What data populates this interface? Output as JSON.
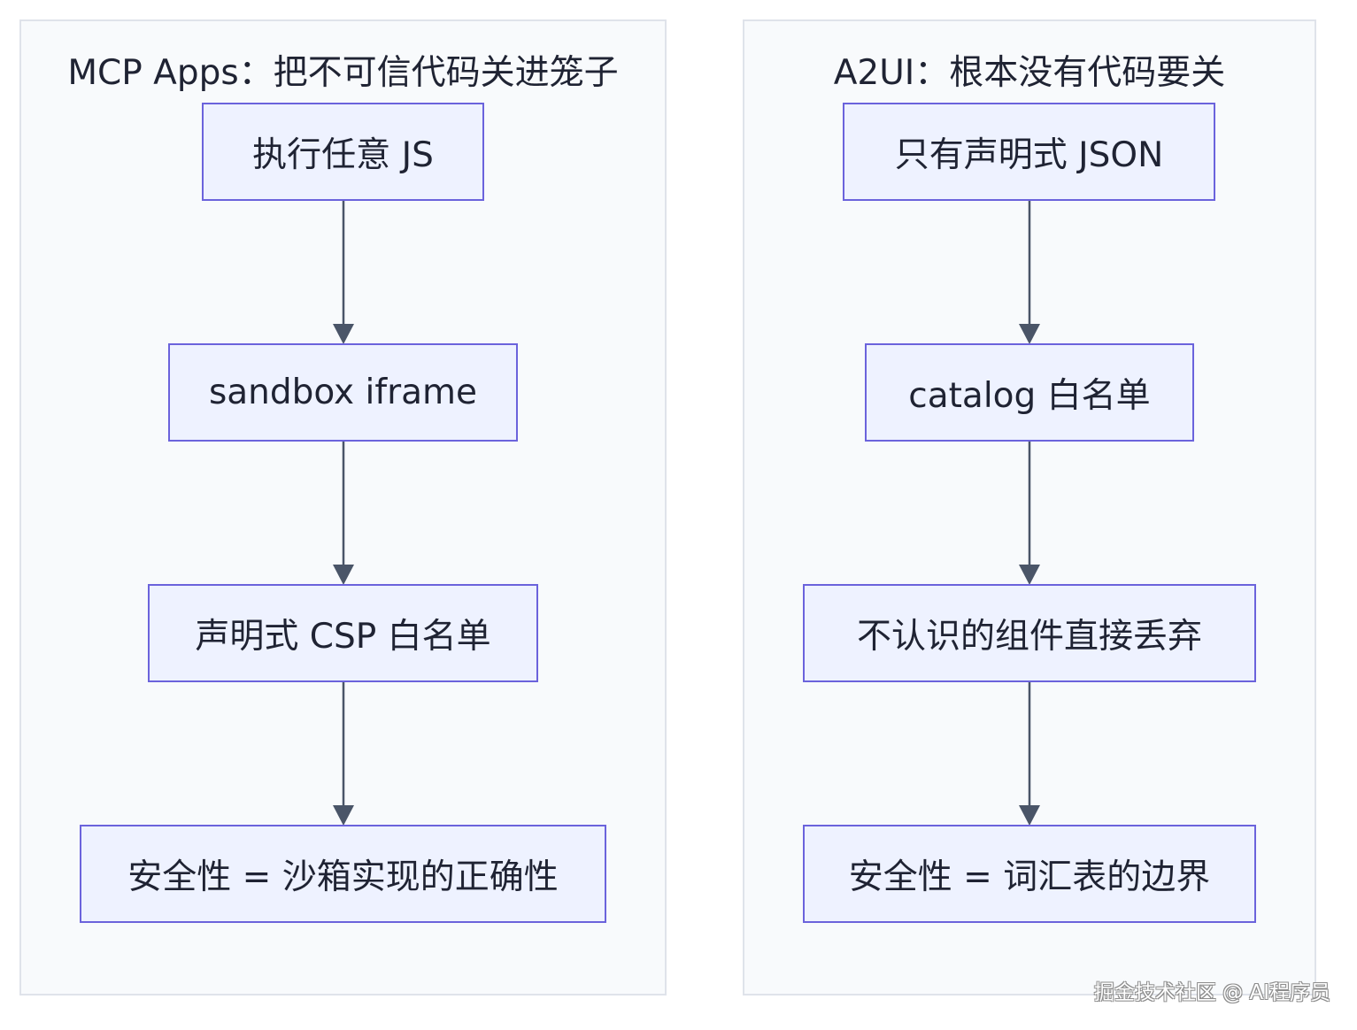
{
  "colors": {
    "cluster_fill": "#f8fafc",
    "cluster_border": "#dfe3ea",
    "node_fill": "#eef2ff",
    "node_border": "#6b63dc",
    "edge": "#4a5568",
    "text": "#1f2333"
  },
  "left_cluster": {
    "title": "MCP Apps：把不可信代码关进笼子",
    "nodes": [
      "执行任意 JS",
      "sandbox iframe",
      "声明式 CSP 白名单",
      "安全性 = 沙箱实现的正确性"
    ]
  },
  "right_cluster": {
    "title": "A2UI：根本没有代码要关",
    "nodes": [
      "只有声明式 JSON",
      "catalog 白名单",
      "不认识的组件直接丢弃",
      "安全性 = 词汇表的边界"
    ]
  },
  "watermark": "掘金技术社区 @ AI程序员"
}
